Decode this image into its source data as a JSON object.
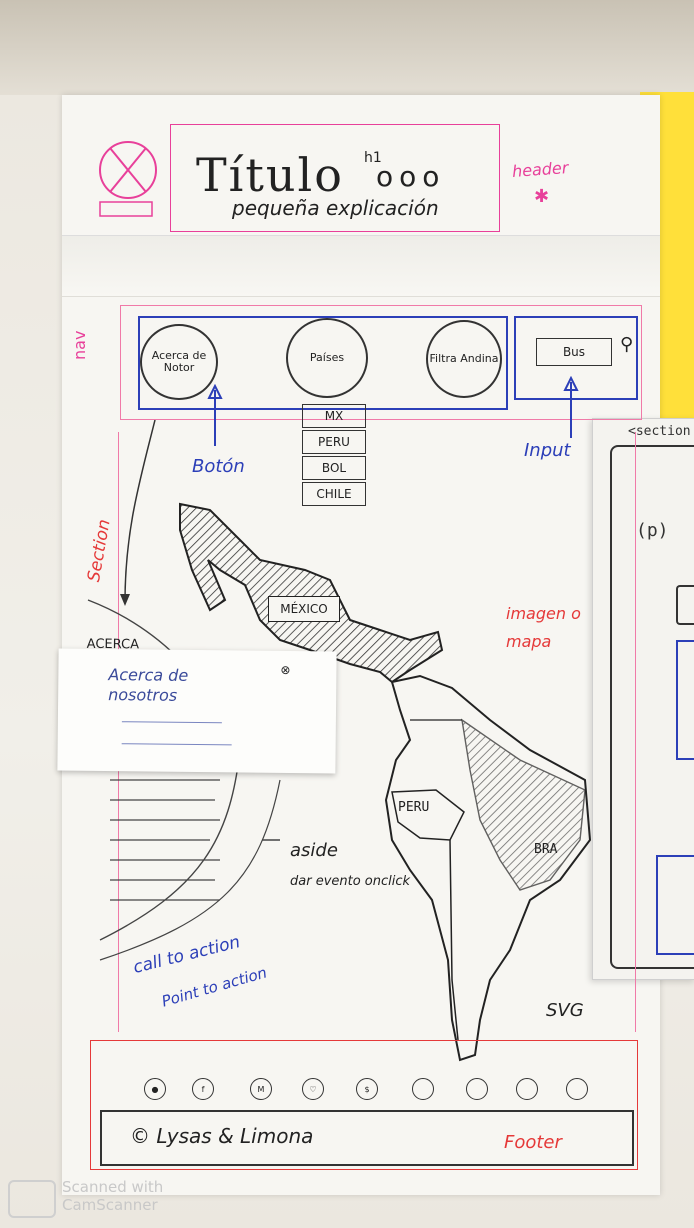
{
  "header": {
    "title": "Título",
    "h1_note": "h1",
    "title_suffix": "ooo",
    "subtitle": "pequeña explicación",
    "region_label": "header"
  },
  "nav": {
    "region_label": "nav",
    "buttons": [
      "Acerca de Notor",
      "Países",
      "Filtra Andina"
    ],
    "search_label": "Bus",
    "dropdown_items": [
      "MX",
      "PERU",
      "BOL",
      "CHILE"
    ],
    "button_annotation": "Botón",
    "input_annotation": "Input"
  },
  "section": {
    "region_label": "Section",
    "image_annotation": "imagen o mapa",
    "svg_annotation": "SVG",
    "map_labels": [
      "MÉXICO",
      "PERU",
      "BRA"
    ],
    "aside_note": "aside",
    "aside_detail": "dar evento onclick",
    "cta_note": "call to action",
    "cta_detail": "Point to action"
  },
  "note_card": {
    "heading": "ACERCA",
    "line1": "Acerca de",
    "line2": "nosotros"
  },
  "footer": {
    "region_label": "Footer",
    "credit": "© Lysas & Limona",
    "social_count": 9
  },
  "side_sheet": {
    "label_top": "<section",
    "label_mid": "(p)"
  },
  "watermark": {
    "line1": "Scanned with",
    "line2": "CamScanner"
  }
}
